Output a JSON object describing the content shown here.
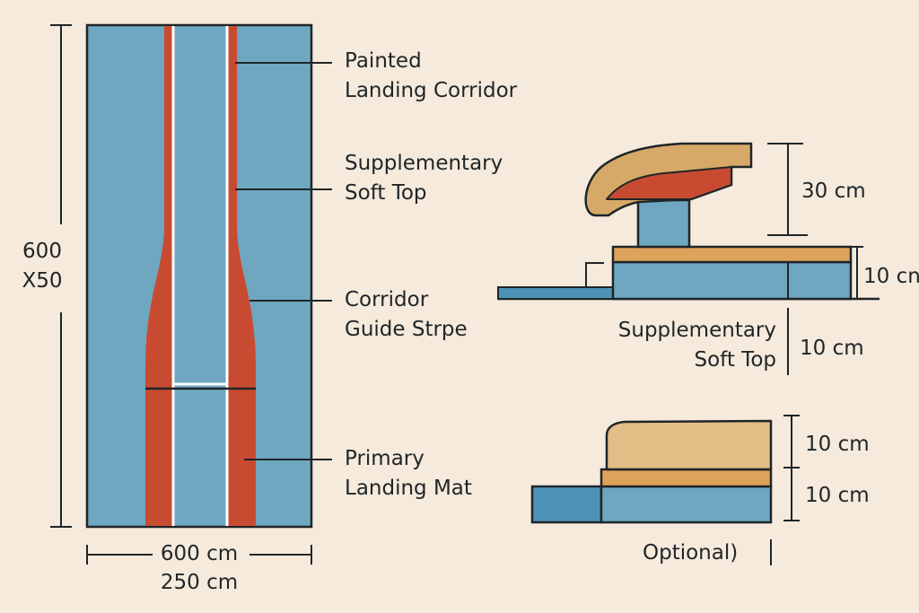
{
  "colors": {
    "background": "#f5eadb",
    "mat_blue": "#6fa7c1",
    "dark_blue": "#4f92b8",
    "stripe_red": "#c84b31",
    "soft_top_tan": "#d6a968",
    "tan_band": "#dea25a",
    "outline": "#1f2528"
  },
  "plan_view": {
    "height_label_line1": "600",
    "height_label_line2": "X50",
    "width_label_1": "600 cm",
    "width_label_2": "250 cm"
  },
  "callouts": {
    "painted_corridor": {
      "line1": "Painted",
      "line2": "Landing Corridor"
    },
    "supplementary_soft_top": {
      "line1": "Supplementary",
      "line2": "Soft Top"
    },
    "corridor_guide_stripe": {
      "line1": "Corridor",
      "line2": "Guide Strpe"
    },
    "primary_landing_mat": {
      "line1": "Primary",
      "line2": "Landing Mat"
    }
  },
  "side_view_top": {
    "dim_upper": "30 cm",
    "dim_middle": "10 cn",
    "dim_lower": "10 cm",
    "label_line1": "Supplementary",
    "label_line2": "Soft Top"
  },
  "side_view_bottom": {
    "dim_upper": "10 cm",
    "dim_lower": "10 cm",
    "caption": "Optional)"
  }
}
